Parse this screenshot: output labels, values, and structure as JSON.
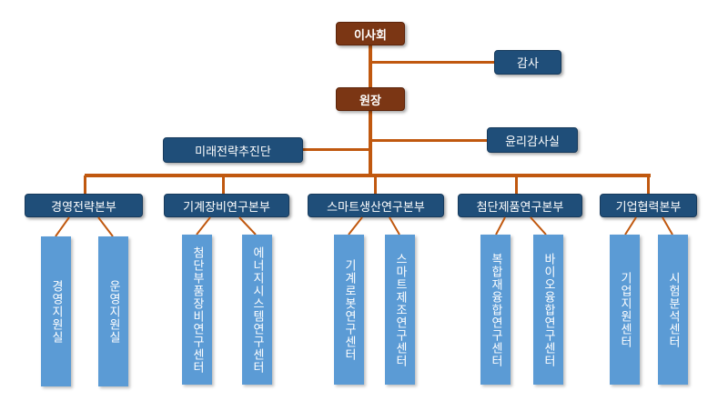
{
  "org_chart": {
    "board": "이사회",
    "auditor": "감사",
    "president": "원장",
    "strategy_team": "미래전략추진단",
    "ethics_office": "윤리감사실",
    "divisions": [
      {
        "name": "경영전략본부",
        "units": [
          "경영지원실",
          "운영지원실"
        ]
      },
      {
        "name": "기계장비연구본부",
        "units": [
          "첨단부품장비연구센터",
          "에너지시스템연구센터"
        ]
      },
      {
        "name": "스마트생산연구본부",
        "units": [
          "기계로봇연구센터",
          "스마트제조연구센터"
        ]
      },
      {
        "name": "첨단제품연구본부",
        "units": [
          "복합재융합연구센터",
          "바이오융합연구센터"
        ]
      },
      {
        "name": "기업협력본부",
        "units": [
          "기업지원센터",
          "시험분석센터"
        ]
      }
    ]
  },
  "colors": {
    "connector": "#c0580f",
    "executive_box": "#7b3614",
    "division_box": "#1f4e79",
    "unit_box": "#5b9bd5",
    "text": "#ffffff"
  }
}
